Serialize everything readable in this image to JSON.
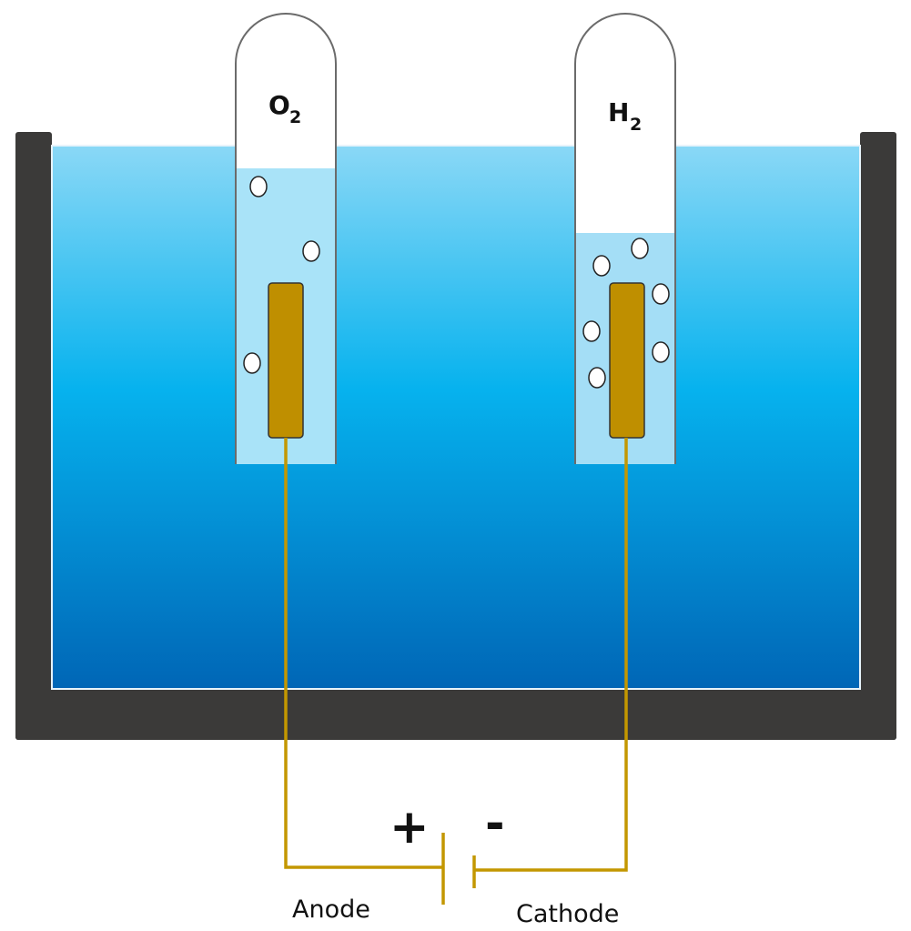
{
  "tubes": [
    {
      "gas": "O",
      "subscript": "2"
    },
    {
      "gas": "H",
      "subscript": "2"
    }
  ],
  "battery": {
    "positive": "+",
    "negative": "-"
  },
  "labels": {
    "anode": "Anode",
    "cathode": "Cathode"
  },
  "colors": {
    "tank": "#3b3a39",
    "wire": "#c39700",
    "electrode": "#bf8f00",
    "water_top": "#8ad8f6",
    "water_bottom": "#0068b8"
  }
}
